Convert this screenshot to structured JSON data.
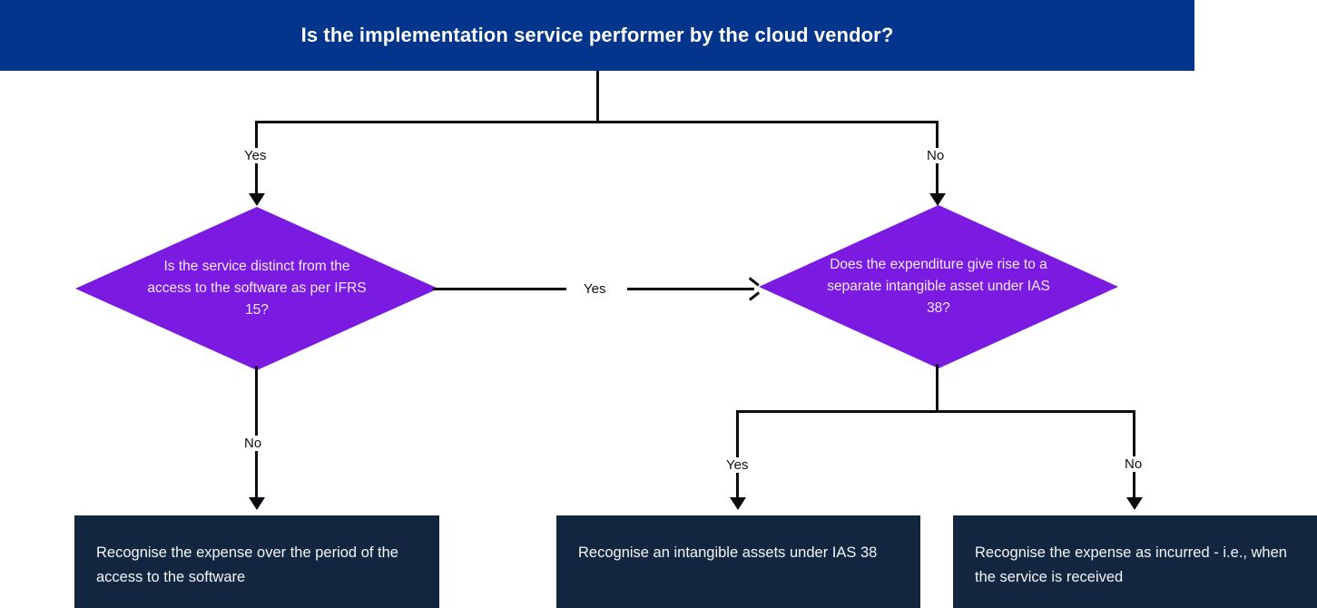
{
  "diagram": {
    "type": "flowchart",
    "title": "Is the implementation service performer by the cloud vendor?",
    "colors": {
      "header_blue": "#03358C",
      "decision_purple": "#7B1AE0",
      "terminal_navy": "#12263F",
      "connector_black": "#0C0C10",
      "background": "#FFFFFF"
    },
    "nodes": {
      "root": "Is the implementation service performer by the cloud vendor?",
      "decision_left": "Is the service distinct from the access to the software as per IFRS 15?",
      "decision_right": "Does the expenditure give rise to a separate intangible asset under IAS 38?",
      "outcome_one": "Recognise the expense over the period of the access to the software",
      "outcome_two": "Recognise an intangible assets under IAS 38",
      "outcome_three": "Recognise the expense as incurred - i.e., when the service is received"
    },
    "edge_labels": {
      "root_yes": "Yes",
      "root_no": "No",
      "left_to_right_yes": "Yes",
      "left_no": "No",
      "right_yes": "Yes",
      "right_no": "No"
    }
  }
}
